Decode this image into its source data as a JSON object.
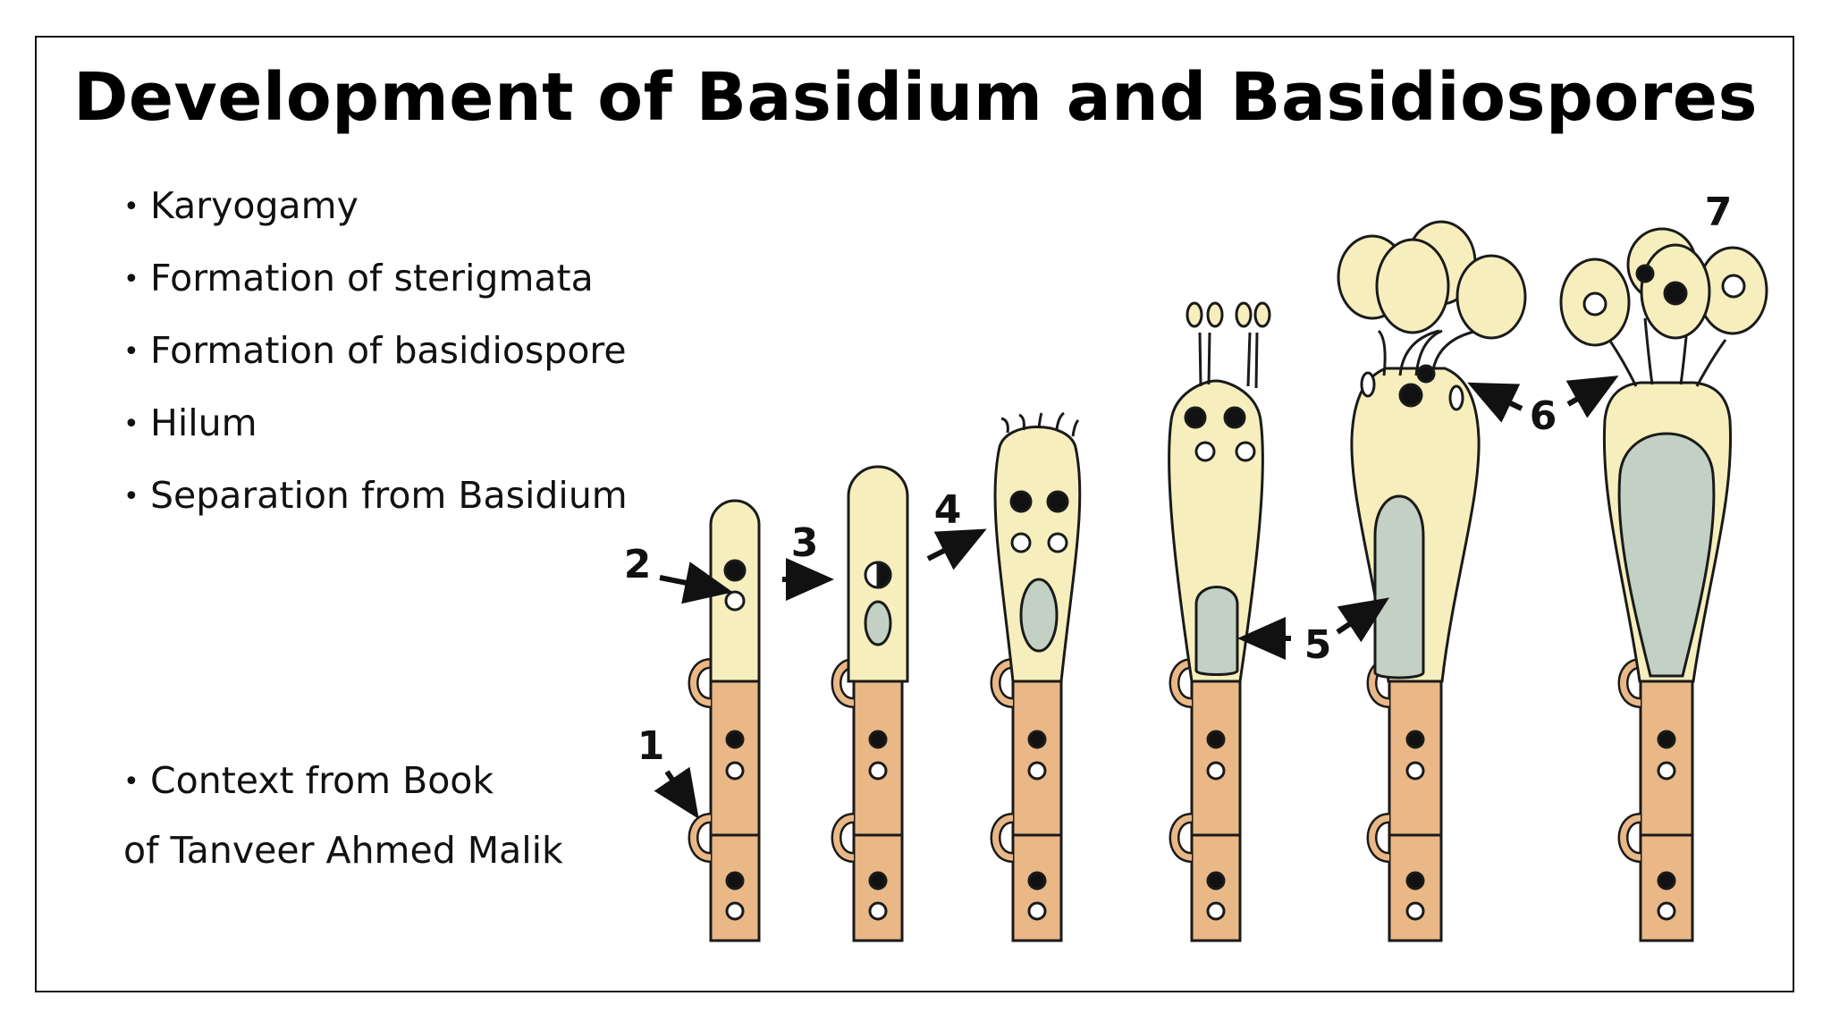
{
  "slide": {
    "title": "Development of Basidium and Basidiospores",
    "bullets": [
      "Karyogamy",
      "Formation of sterigmata",
      "Formation of basidiospore",
      "Hilum",
      "Separation from Basidium"
    ],
    "credit_bullet": "Context from Book",
    "credit_line": "of Tanveer Ahmed Malik"
  },
  "diagram": {
    "labels": [
      "1",
      "2",
      "3",
      "4",
      "5",
      "6",
      "7"
    ],
    "colors": {
      "basidium": "#f6efbd",
      "hypha": "#e9b886",
      "vacuole": "#c3d1c4",
      "outline": "#1a1a1a"
    }
  }
}
